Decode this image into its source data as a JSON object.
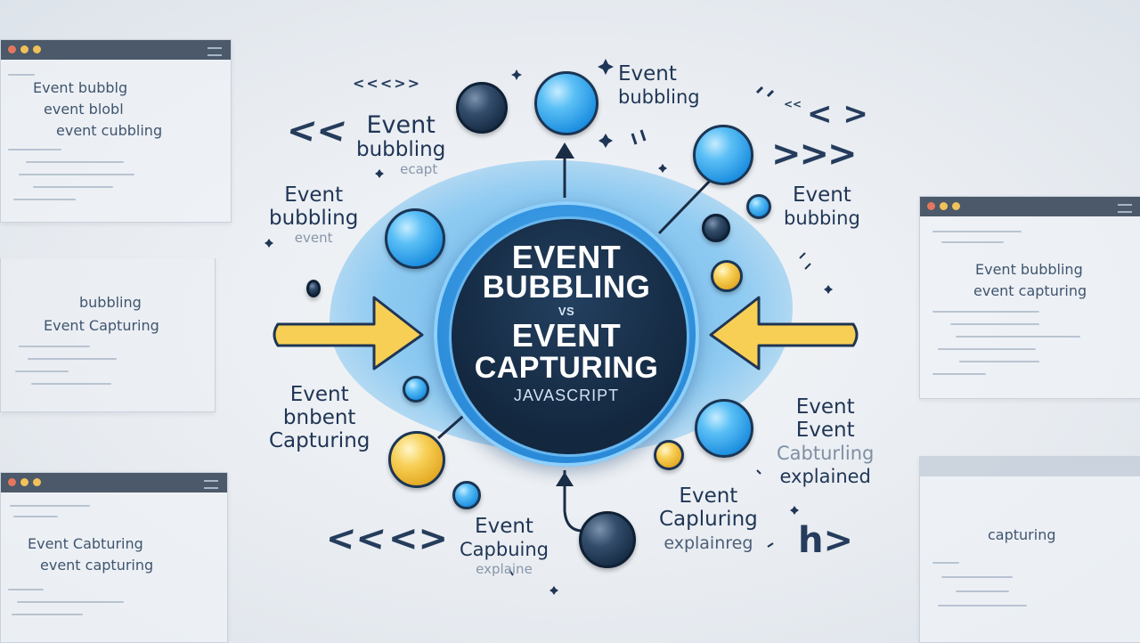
{
  "center": {
    "line1": "EVENT",
    "line2": "BUBBLING",
    "vs": "VS",
    "line3": "EVENT",
    "line4": "CAPTURING",
    "sub": "JAVASCRIPT"
  },
  "labels": {
    "top_right": [
      "Event",
      "bubbling"
    ],
    "upper_left": [
      "Event",
      "bubbling"
    ],
    "upper_left_faded": "ecapt",
    "left": [
      "Event",
      "bubbling"
    ],
    "left_faded": "event",
    "right": [
      "Event",
      "bubbing"
    ],
    "lower_left": [
      "Event",
      "bnbent",
      "Capturing"
    ],
    "lower_right": [
      "Event",
      "Event",
      "Cabturling",
      "explained"
    ],
    "bottom_center": [
      "Event",
      "Capbuing"
    ],
    "bottom_center_faded": "explaine",
    "bottom_right": [
      "Event",
      "Capluring",
      "explainreg"
    ]
  },
  "glyphs": {
    "top_chevrons": "<<<>>",
    "upper_left": "<<",
    "upper_right": "< >",
    "right_arrows": ">>>",
    "bottom_left1": "<<",
    "bottom_left2": "<>",
    "bottom_right": "h>",
    "small_mark": "<<"
  },
  "windows": {
    "top_left": [
      "Event bubblg",
      "event blobl",
      "event cubbling"
    ],
    "mid_left": [
      "bubbling",
      "Event Capturing"
    ],
    "bottom_left": [
      "Event Cabturing",
      "event capturing"
    ],
    "right": [
      "Event bubbling",
      "event capturing"
    ],
    "bottom_right": [
      "capturing"
    ]
  },
  "colors": {
    "accent_blue": "#1d8fe0",
    "navy": "#13273f",
    "arrow_yellow": "#f7cf55"
  }
}
